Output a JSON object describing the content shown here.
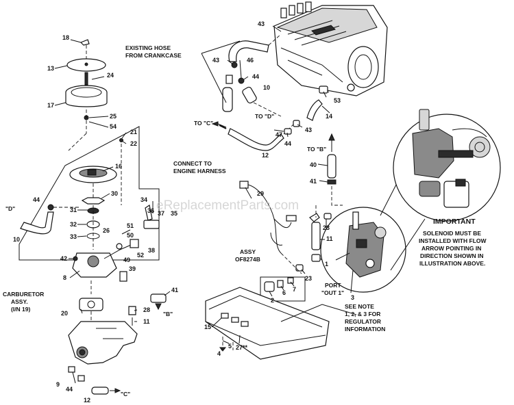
{
  "labels": {
    "existing_hose_1": "EXISTING HOSE",
    "existing_hose_2": "FROM CRANKCASE",
    "connect_1": "CONNECT TO",
    "connect_2": "ENGINE HARNESS",
    "to_c_top": "TO \"C\"",
    "to_d": "TO \"D\"",
    "to_b": "TO \"B\"",
    "d_left": "\"D\"",
    "carb_1": "CARBURETOR",
    "carb_2": "ASSY.",
    "carb_3": "(I/N 19)",
    "b_mid": "\"B\"",
    "c_bottom": "\"C\"",
    "assy_1": "ASSY",
    "assy_2": "OF8274B",
    "port_1": "PORT",
    "port_2": "\"OUT 1\"",
    "see_1": "SEE NOTE",
    "see_2": "1, 2, & 3 FOR",
    "see_3": "REGULATOR",
    "see_4": "INFORMATION",
    "important_title": "IMPORTANT",
    "imp_1": "SOLENOID MUST BE",
    "imp_2": "INSTALLED WITH FLOW",
    "imp_3": "ARROW POINTING IN",
    "imp_4": "DIRECTION SHOWN IN",
    "imp_5": "ILLUSTRATION ABOVE.",
    "watermark": "eReplacementParts.com"
  },
  "parts": {
    "p18": "18",
    "p13": "13",
    "p24": "24",
    "p17": "17",
    "p25": "25",
    "p54": "54",
    "p21": "21",
    "p22": "22",
    "p16": "16",
    "p44a": "44",
    "p30": "30",
    "p10a": "10",
    "p34": "34",
    "p36": "36",
    "p37": "37",
    "p35": "35",
    "p31": "31",
    "p32": "32",
    "p33": "33",
    "p51": "51",
    "p50": "50",
    "p26": "26",
    "p38": "38",
    "p42": "42",
    "p52": "52",
    "p49": "49",
    "p39": "39",
    "p8": "8",
    "p41a": "41",
    "p20": "20",
    "p28": "28",
    "p11a": "11",
    "p9": "9",
    "p44b": "44",
    "p12a": "12",
    "p43a": "43",
    "p43b": "43",
    "p46": "46",
    "p44c": "44",
    "p10b": "10",
    "p53": "53",
    "p14": "14",
    "p47": "47",
    "p43c": "43",
    "p44d": "44",
    "p12b": "12",
    "p40": "40",
    "p41b": "41",
    "p29": "29",
    "p23a": "23",
    "p11b": "11",
    "p1": "1",
    "p23b": "23",
    "p6": "6",
    "p7": "7",
    "p2": "2",
    "p3": "3",
    "p15": "15",
    "p5": "5",
    "p4": "4",
    "p27": "27**"
  }
}
